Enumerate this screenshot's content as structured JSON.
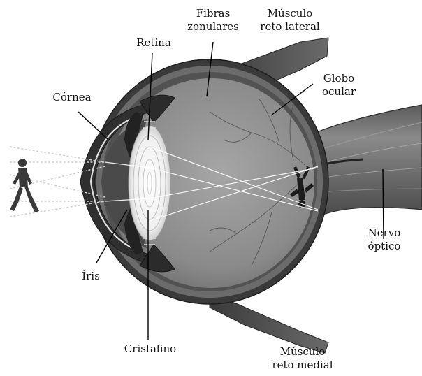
{
  "labels": {
    "fibras_zonulares": [
      "Fibras",
      "zonulares"
    ],
    "musculo_reto_lateral": [
      "Músculo",
      "reto lateral"
    ],
    "retina": "Retina",
    "globo_ocular": [
      "Globo",
      "ocular"
    ],
    "cornea": "Córnea",
    "nervo_optico": [
      "Nervo",
      "óptico"
    ],
    "iris": "Íris",
    "cristalino": "Cristalino",
    "musculo_reto_medial": [
      "Músculo",
      "reto medial"
    ]
  }
}
